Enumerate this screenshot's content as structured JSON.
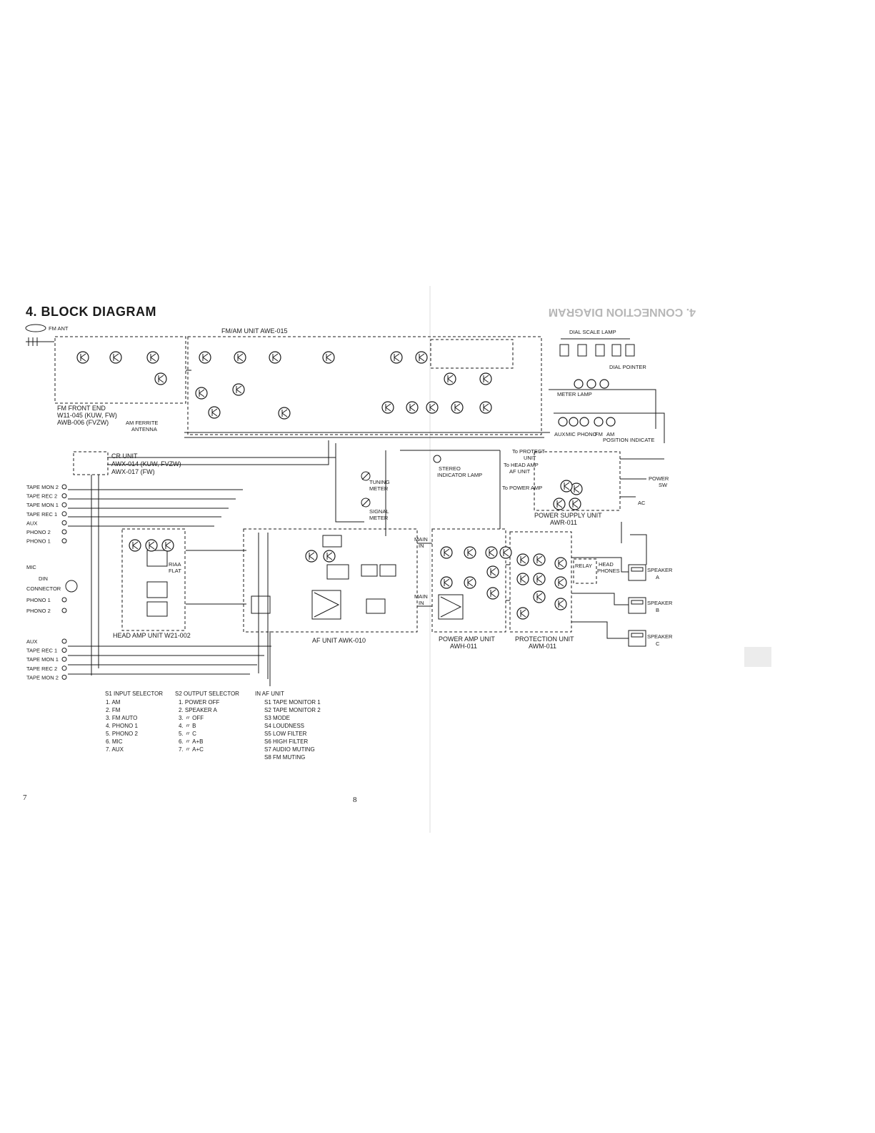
{
  "title": "4. BLOCK DIAGRAM",
  "page_numbers": {
    "left": "7",
    "center": "8"
  },
  "bleed_through_text": "4. CONNECTION DIAGRAM",
  "units": {
    "fm_am": "FM/AM UNIT AWE-015",
    "fm_front_end": [
      "FM FRONT END",
      "W11-045 (KUW, FW)",
      "AWB-006 (FVZW)"
    ],
    "cr_unit": [
      "CR UNIT",
      "AWX-014 (KUW, FVZW)",
      "AWX-017 (FW)"
    ],
    "head_amp": "HEAD AMP UNIT W21-002",
    "af_unit": "AF UNIT AWK-010",
    "power_amp": [
      "POWER AMP UNIT",
      "AWH-011"
    ],
    "protection": [
      "PROTECTION UNIT",
      "AWM-011"
    ],
    "power_supply": [
      "POWER SUPPLY UNIT",
      "AWR-011"
    ]
  },
  "labels": {
    "fm_ant": "FM ANT",
    "am_ferrite": [
      "AM FERRITE",
      "ANTENNA"
    ],
    "dial_scale_lamp": "DIAL SCALE LAMP",
    "dial_pointer": "DIAL POINTER",
    "meter_lamp": "METER LAMP",
    "position_indicate": "POSITION INDICATE",
    "position_inputs": [
      "AUX",
      "MIC",
      "PHONO",
      "FM",
      "AM"
    ],
    "stereo_indicator": [
      "STEREO",
      "INDICATOR LAMP"
    ],
    "tuning_meter": [
      "TUNING",
      "METER"
    ],
    "signal_meter": [
      "SIGNAL",
      "METER"
    ],
    "to_protect": [
      "To PROTECT",
      "UNIT"
    ],
    "to_head_amp": "To HEAD AMP",
    "af_unit_ref": "AF UNIT",
    "to_power_amp": "To POWER AMP",
    "power_sw": [
      "POWER",
      "SW"
    ],
    "ac": "AC",
    "riaa": "RIAA",
    "flat": "FLAT",
    "main_in": [
      "MAIN",
      "IN"
    ],
    "relay": "RELAY",
    "head_phones": [
      "HEAD",
      "PHONES"
    ],
    "speakers": [
      {
        "name": "SPEAKER",
        "id": "A"
      },
      {
        "name": "SPEAKER",
        "id": "B"
      },
      {
        "name": "SPEAKER",
        "id": "C"
      }
    ],
    "mic": "MIC",
    "din": [
      "DIN",
      "CONNECTOR"
    ],
    "left_jacks_top": [
      "TAPE MON 2",
      "TAPE REC 2",
      "TAPE MON 1",
      "TAPE REC 1",
      "AUX",
      "PHONO 2",
      "PHONO 1"
    ],
    "left_jacks_mid": [
      "PHONO 1",
      "PHONO 2"
    ],
    "left_jacks_bottom": [
      "AUX",
      "TAPE REC 1",
      "TAPE MON 1",
      "TAPE REC 2",
      "TAPE MON 2"
    ]
  },
  "legend": {
    "input_selector": {
      "title": "S1 INPUT SELECTOR",
      "items": [
        "1. AM",
        "2. FM",
        "3. FM AUTO",
        "4. PHONO 1",
        "5. PHONO 2",
        "6. MIC",
        "7. AUX"
      ]
    },
    "output_selector": {
      "title": "S2 OUTPUT SELECTOR",
      "items": [
        "1. POWER OFF",
        "2. SPEAKER A",
        "3. 〃 OFF",
        "4. 〃 B",
        "5. 〃 C",
        "6. 〃 A+B",
        "7. 〃 A+C"
      ]
    },
    "af_unit": {
      "title": "IN AF UNIT",
      "items": [
        "S1 TAPE MONITOR 1",
        "S2 TAPE MONITOR 2",
        "S3 MODE",
        "S4 LOUDNESS",
        "S5 LOW FILTER",
        "S6 HIGH FILTER",
        "S7 AUDIO MUTING",
        "S8 FM MUTING"
      ]
    }
  }
}
